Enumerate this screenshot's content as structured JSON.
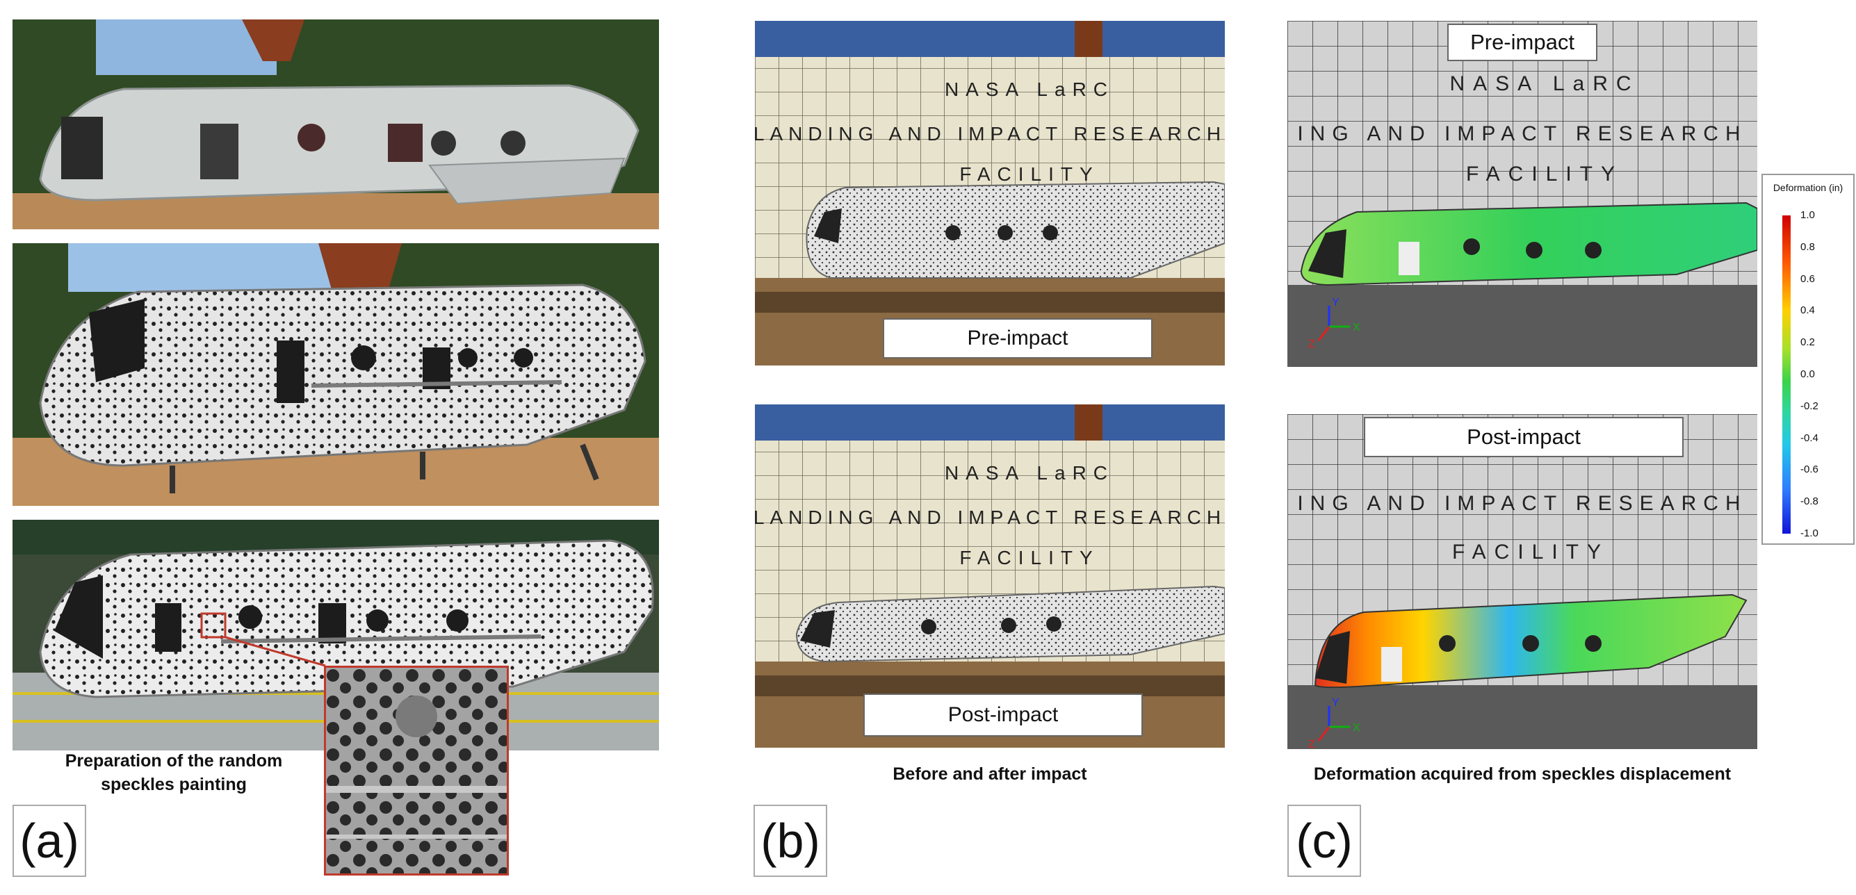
{
  "panels": {
    "a": {
      "letter": "(a)",
      "caption": "Preparation of the random speckles painting"
    },
    "b": {
      "letter": "(b)",
      "caption": "Before and after impact",
      "pre_label": "Pre-impact",
      "post_label": "Post-impact",
      "wall_text": [
        "NASA LaRC",
        "LANDING AND IMPACT RESEARCH",
        "FACILITY"
      ]
    },
    "c": {
      "letter": "(c)",
      "caption": "Deformation acquired from speckles displacement",
      "pre_label": "Pre-impact",
      "post_label": "Post-impact",
      "wall_text": [
        "NASA LaRC",
        "ING AND IMPACT RESEARCH",
        "FACILITY"
      ],
      "axes": {
        "x": "X",
        "y": "Y",
        "z": "Z"
      }
    }
  },
  "legend": {
    "title": "Deformation (in)",
    "ticks": [
      "1.0",
      "0.8",
      "0.6",
      "0.4",
      "0.2",
      "0.0",
      "-0.2",
      "-0.4",
      "-0.6",
      "-0.8",
      "-1.0"
    ]
  },
  "colors": {
    "sky": "#8fb6de",
    "trees": "#2f4a24",
    "ground": "#b98a58",
    "fuselage": "#d9dcdc",
    "wall": "#e8e3cc",
    "grid": "#6a6a5a",
    "inset_border": "#c0392b"
  }
}
